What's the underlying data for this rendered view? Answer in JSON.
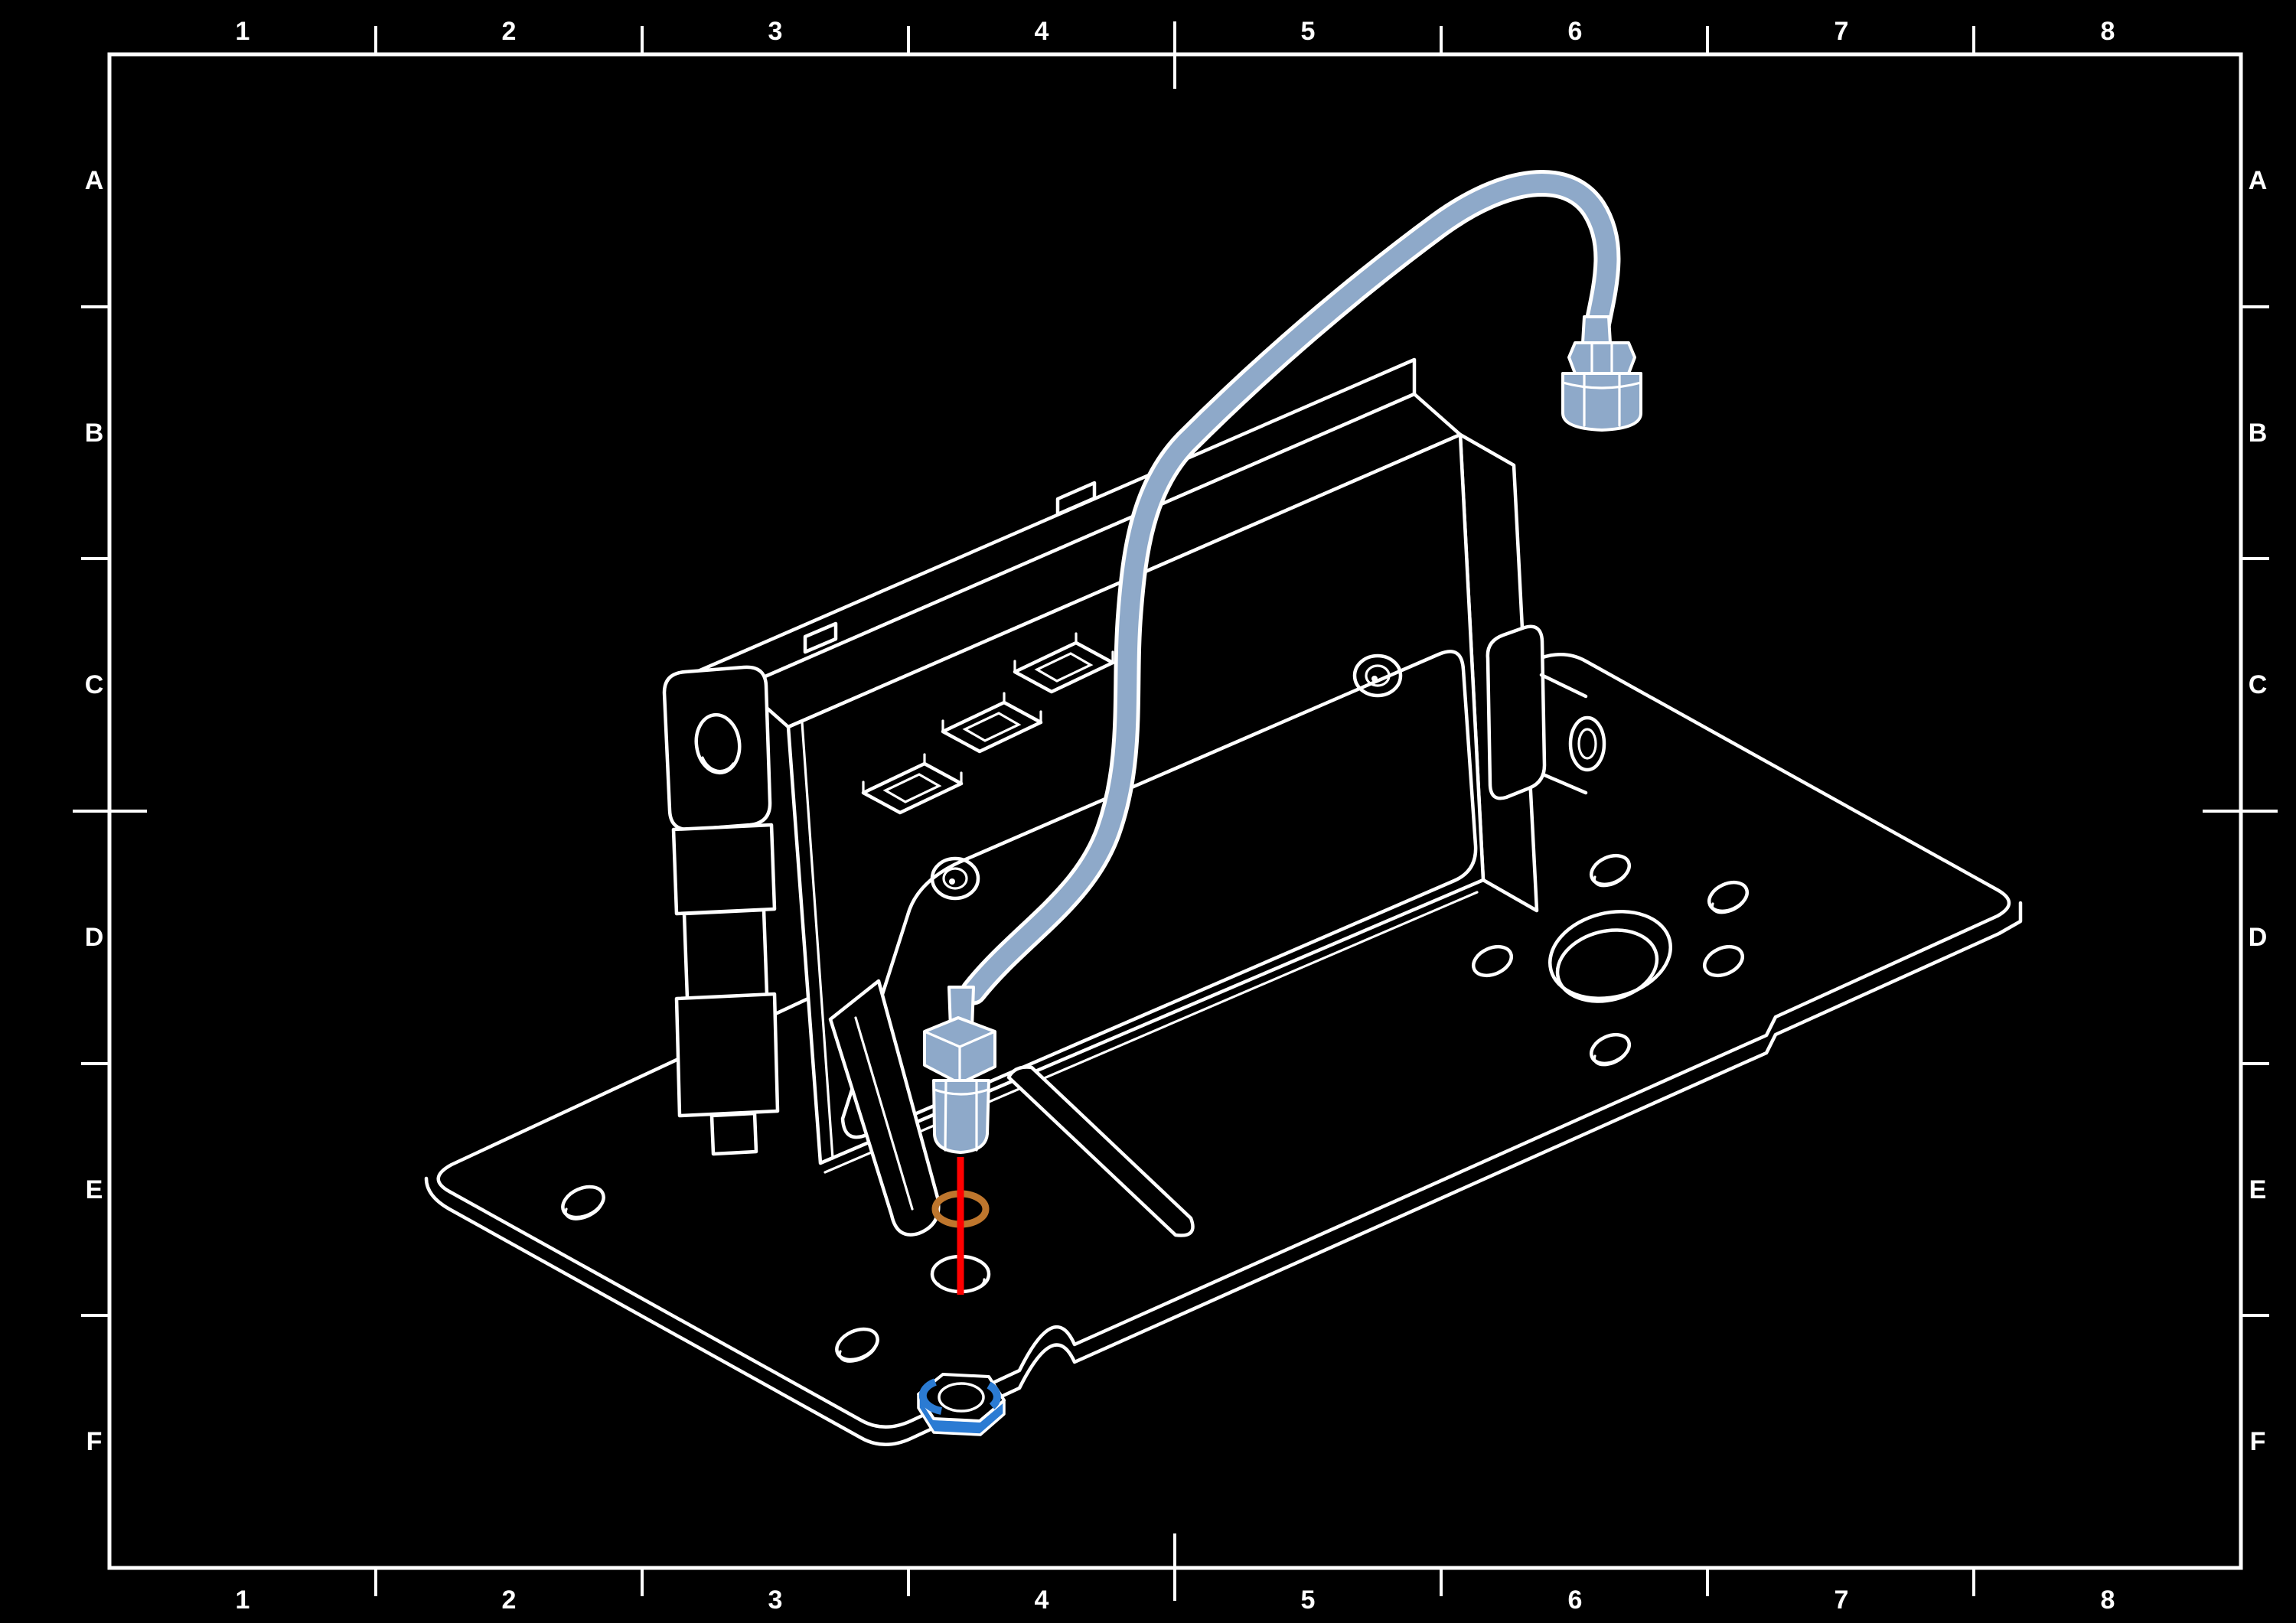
{
  "frame": {
    "columns": [
      "1",
      "2",
      "3",
      "4",
      "5",
      "6",
      "7",
      "8"
    ],
    "rows": [
      "A",
      "B",
      "C",
      "D",
      "E",
      "F"
    ]
  },
  "colors": {
    "background": "#000000",
    "line": "#FFFFFF",
    "cable": "#8EA9C9",
    "highlight_nut": "#2B7BD3",
    "washer": "#BE762D",
    "insertion_guide": "#FF0000"
  },
  "parts": {
    "cable": "antenna-cable",
    "top_connector": "sma-connector",
    "bottom_connector": "antenna-plug",
    "washer": "sealing-washer",
    "nut": "antenna-locknut",
    "guide": "insertion-line",
    "plate": "mounting-base-plate",
    "box": "electronics-enclosure"
  }
}
